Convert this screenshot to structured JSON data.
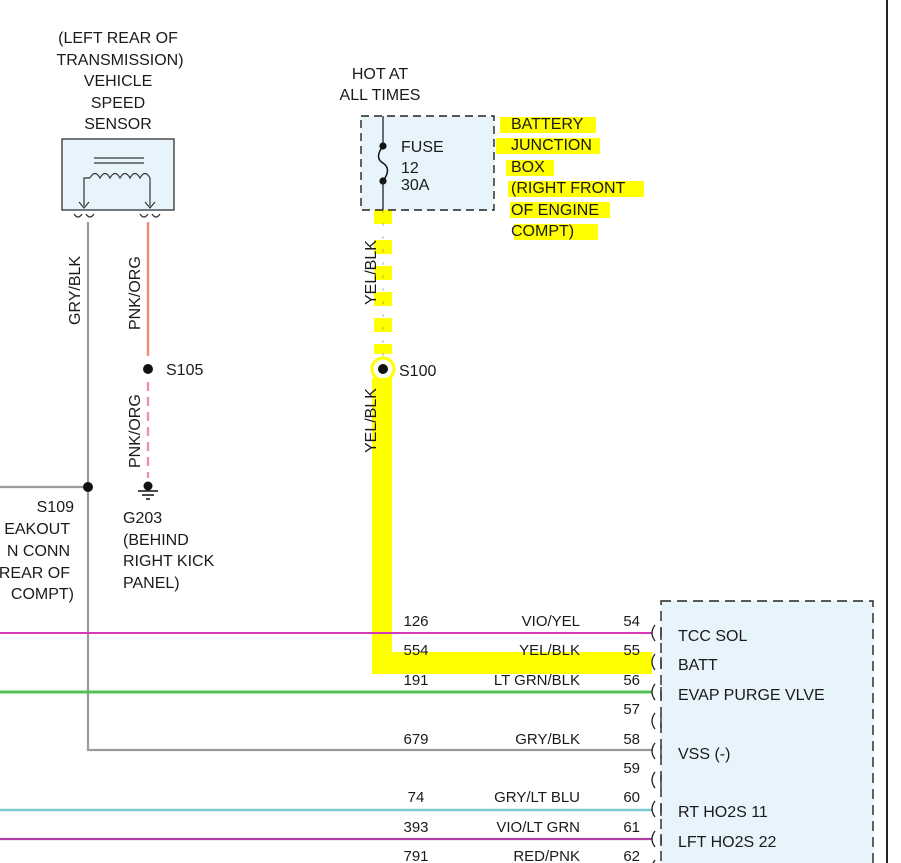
{
  "vss": {
    "title": [
      "(LEFT REAR OF",
      "TRANSMISSION)",
      "VEHICLE",
      "SPEED",
      "SENSOR"
    ],
    "wire_left": "GRY/BLK",
    "wire_right": "PNK/ORG"
  },
  "s105": {
    "label": "S105",
    "wire_below": "PNK/ORG"
  },
  "g203": {
    "lines": [
      "G203",
      "(BEHIND",
      "RIGHT KICK",
      "PANEL)"
    ]
  },
  "s109": {
    "lines": [
      "S109",
      "EAKOUT",
      "N CONN",
      "REAR OF",
      "COMPT)"
    ]
  },
  "hot": {
    "lines": [
      "HOT AT",
      "ALL TIMES"
    ]
  },
  "fuse": {
    "lines": [
      "FUSE",
      "12",
      "30A"
    ]
  },
  "bjb": {
    "lines": [
      "BATTERY",
      "JUNCTION",
      "BOX",
      "(RIGHT FRONT",
      "OF ENGINE",
      "COMPT)"
    ]
  },
  "s100": {
    "label": "S100",
    "wire_above": "YEL/BLK",
    "wire_below": "YEL/BLK"
  },
  "circuits": [
    {
      "num": "126",
      "color_code": "VIO/YEL",
      "pin": "54",
      "name": "TCC SOL",
      "wire_color": "#d63ab4"
    },
    {
      "num": "554",
      "color_code": "YEL/BLK",
      "pin": "55",
      "name": "BATT",
      "wire_color": "#ffff00"
    },
    {
      "num": "191",
      "color_code": "LT GRN/BLK",
      "pin": "56",
      "name": "EVAP PURGE VLVE",
      "wire_color": "#52c052"
    },
    {
      "num": "",
      "color_code": "",
      "pin": "57",
      "name": "",
      "wire_color": ""
    },
    {
      "num": "679",
      "color_code": "GRY/BLK",
      "pin": "58",
      "name": "VSS (-)",
      "wire_color": "#9a9a9a"
    },
    {
      "num": "",
      "color_code": "",
      "pin": "59",
      "name": "",
      "wire_color": ""
    },
    {
      "num": "74",
      "color_code": "GRY/LT BLU",
      "pin": "60",
      "name": "RT HO2S 11",
      "wire_color": "#7cc8d0"
    },
    {
      "num": "393",
      "color_code": "VIO/LT GRN",
      "pin": "61",
      "name": "LFT HO2S 22",
      "wire_color": "#b040a8"
    },
    {
      "num": "791",
      "color_code": "RED/PNK",
      "pin": "62",
      "name": "",
      "wire_color": ""
    }
  ],
  "colors": {
    "highlight": "#ffff00",
    "pnk_org": "#f08a7a",
    "pnk_org_dash": "#f090a8",
    "gry_blk": "#9a9a9a",
    "box_fill": "#e8f4fc"
  }
}
